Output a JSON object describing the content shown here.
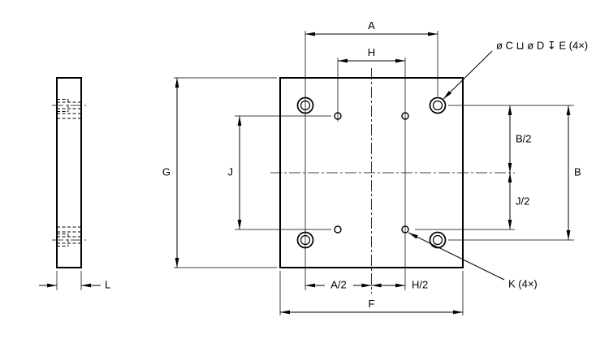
{
  "drawing": {
    "colors": {
      "line": "#000000",
      "background": "#ffffff"
    },
    "dimensions": {
      "a": "A",
      "h": "H",
      "g": "G",
      "j": "J",
      "b_half": "B/2",
      "b": "B",
      "j_half": "J/2",
      "a_half": "A/2",
      "h_half": "H/2",
      "f": "F",
      "l": "L"
    },
    "callouts": {
      "counterbore": "ø C ⊔ ø D ↧ E (4×)",
      "k_holes": "K (4×)"
    }
  }
}
